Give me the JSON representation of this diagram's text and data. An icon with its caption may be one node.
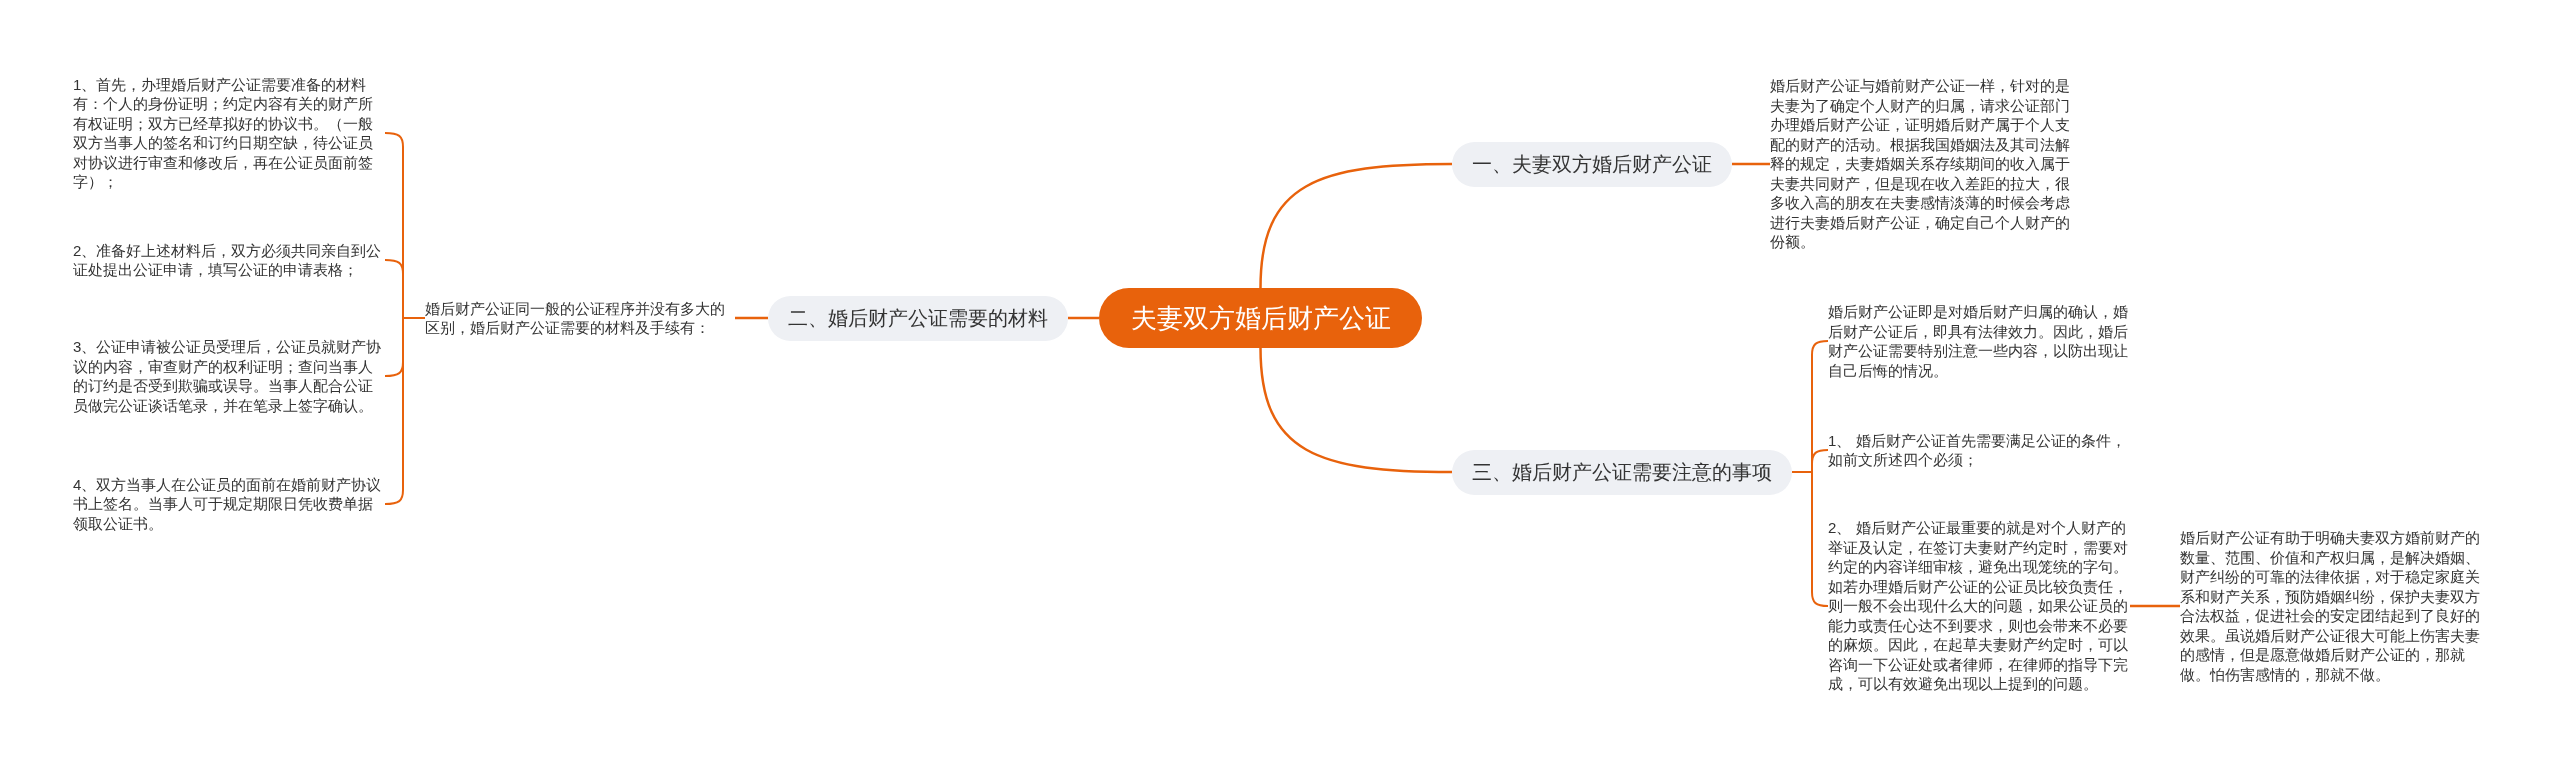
{
  "diagram": {
    "nodes": [
      {
        "text": [
          "夫妻双方婚后财产公证"
        ]
      },
      {
        "text": [
          "一、夫妻双方婚后财产公证"
        ]
      },
      {
        "text": [
          "婚后财产公证与婚前财产公证一样，针对的是夫妻为了确定个人财产的归属，请求公证部门办理婚后财产公证，证明婚后财产属于个人支配的财产的活动。根据我国婚姻法及其司法解释的规定，夫妻婚姻关系存续期间的收入属于夫妻共同财产，但是现在收入差距的拉大，很多收入高的朋友在夫妻感情淡薄的时候会考虑进行夫妻婚后财产公证，确定自己个人财产的份额。"
        ]
      },
      {
        "text": [
          "二、婚后财产公证需要的材料"
        ]
      },
      {
        "text": [
          "婚后财产公证同一般的公证程序并没有多大的区别，婚后财产公证需要的材料及手续有："
        ]
      },
      {
        "text": [
          "1、首先，办理婚后财产公证需要准备的材料有：个人的身份证明；约定内容有关的财产所有权证明；双方已经草拟好的协议书。（一般双方当事人的签名和订约日期空缺，待公证员对协议进行审查和修改后，再在公证员面前签字）；"
        ]
      },
      {
        "text": [
          "2、准备好上述材料后，双方必须共同亲自到公证处提出公证申请，填写公证的申请表格；"
        ]
      },
      {
        "text": [
          "3、公证申请被公证员受理后，公证员就财产协议的内容，审查财产的权利证明；查问当事人的订约是否受到欺骗或误导。当事人配合公证员做完公证谈话笔录，并在笔录上签字确认。"
        ]
      },
      {
        "text": [
          "4、双方当事人在公证员的面前在婚前财产协议书上签名。当事人可于规定期限日凭收费单据领取公证书。"
        ]
      },
      {
        "text": [
          "三、婚后财产公证需要注意的事项"
        ]
      },
      {
        "text": [
          "婚后财产公证即是对婚后财产归属的确认，婚后财产公证后，即具有法律效力。因此，婚后财产公证需要特别注意一些内容，以防出现让自己后悔的情况。"
        ]
      },
      {
        "text": [
          "1、 婚后财产公证首先需要满足公证的条件，如前文所述四个必须；"
        ]
      },
      {
        "text": [
          "2、 婚后财产公证最重要的就是对个人财产的举证及认定，在签订夫妻财产约定时，需要对约定的内容详细审核，避免出现笼统的字句。如若办理婚后财产公证的公证员比较负责任，则一般不会出现什么大的问题，如果公证员的能力或责任心达不到要求，则也会带来不必要的麻烦。因此，在起草夫妻财产约定时，可以咨询一下公证处或者律师，在律师的指导下完成，可以有效避免出现以上提到的问题。"
        ]
      },
      {
        "text": [
          "婚后财产公证有助于明确夫妻双方婚前财产的数量、范围、价值和产权归属，是解决婚姻、财产纠纷的可靠的法律依据，对于稳定家庭关系和财产关系，预防婚姻纠纷，保护夫妻双方合法权益，促进社会的安定团结起到了良好的效果。虽说婚后财产公证很大可能上伤害夫妻的感情，但是愿意做婚后财产公证的，那就做。怕伤害感情的，那就不做。"
        ]
      }
    ],
    "edges": [
      {
        "from": 0,
        "to": 1,
        "arrow": "none"
      },
      {
        "from": 1,
        "to": 2,
        "arrow": "none"
      },
      {
        "from": 0,
        "to": 3,
        "arrow": "none"
      },
      {
        "from": 3,
        "to": 4,
        "arrow": "none"
      },
      {
        "from": 4,
        "to": 5,
        "arrow": "none"
      },
      {
        "from": 4,
        "to": 6,
        "arrow": "none"
      },
      {
        "from": 4,
        "to": 7,
        "arrow": "none"
      },
      {
        "from": 4,
        "to": 8,
        "arrow": "none"
      },
      {
        "from": 0,
        "to": 9,
        "arrow": "none"
      },
      {
        "from": 9,
        "to": 10,
        "arrow": "none"
      },
      {
        "from": 9,
        "to": 11,
        "arrow": "none"
      },
      {
        "from": 9,
        "to": 12,
        "arrow": "none"
      },
      {
        "from": 12,
        "to": 13,
        "arrow": "none"
      }
    ]
  }
}
